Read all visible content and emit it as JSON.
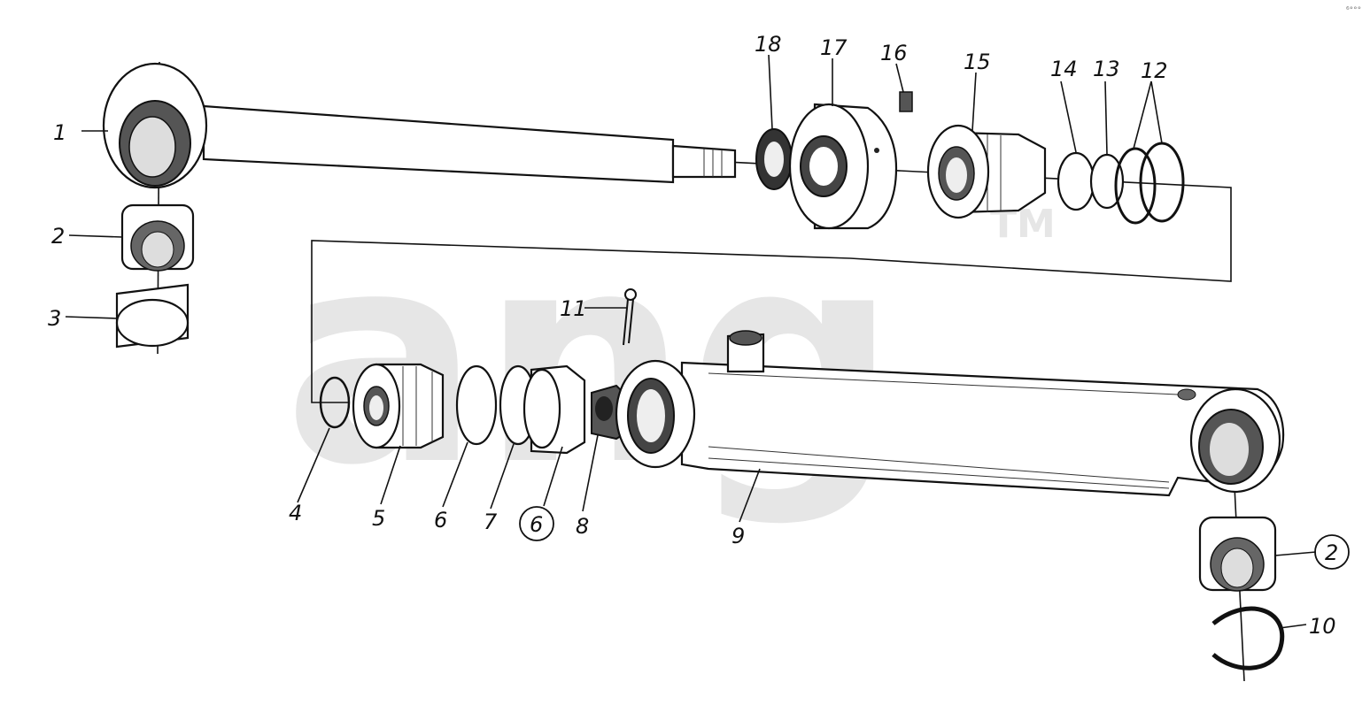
{
  "watermark": {
    "text": "ang",
    "tm": "TM"
  },
  "corner_mark": "⁶°°°",
  "callouts": [
    {
      "id": "c1",
      "text": "1"
    },
    {
      "id": "c2",
      "text": "2"
    },
    {
      "id": "c3",
      "text": "3"
    },
    {
      "id": "c4",
      "text": "4"
    },
    {
      "id": "c5",
      "text": "5"
    },
    {
      "id": "c6a",
      "text": "6"
    },
    {
      "id": "c7",
      "text": "7"
    },
    {
      "id": "c6b",
      "text": "6"
    },
    {
      "id": "c8",
      "text": "8"
    },
    {
      "id": "c9",
      "text": "9"
    },
    {
      "id": "c2b",
      "text": "2"
    },
    {
      "id": "c10",
      "text": "10"
    },
    {
      "id": "c11",
      "text": "11"
    },
    {
      "id": "c12",
      "text": "12"
    },
    {
      "id": "c13",
      "text": "13"
    },
    {
      "id": "c14",
      "text": "14"
    },
    {
      "id": "c15",
      "text": "15"
    },
    {
      "id": "c16",
      "text": "16"
    },
    {
      "id": "c17",
      "text": "17"
    },
    {
      "id": "c18",
      "text": "18"
    }
  ]
}
